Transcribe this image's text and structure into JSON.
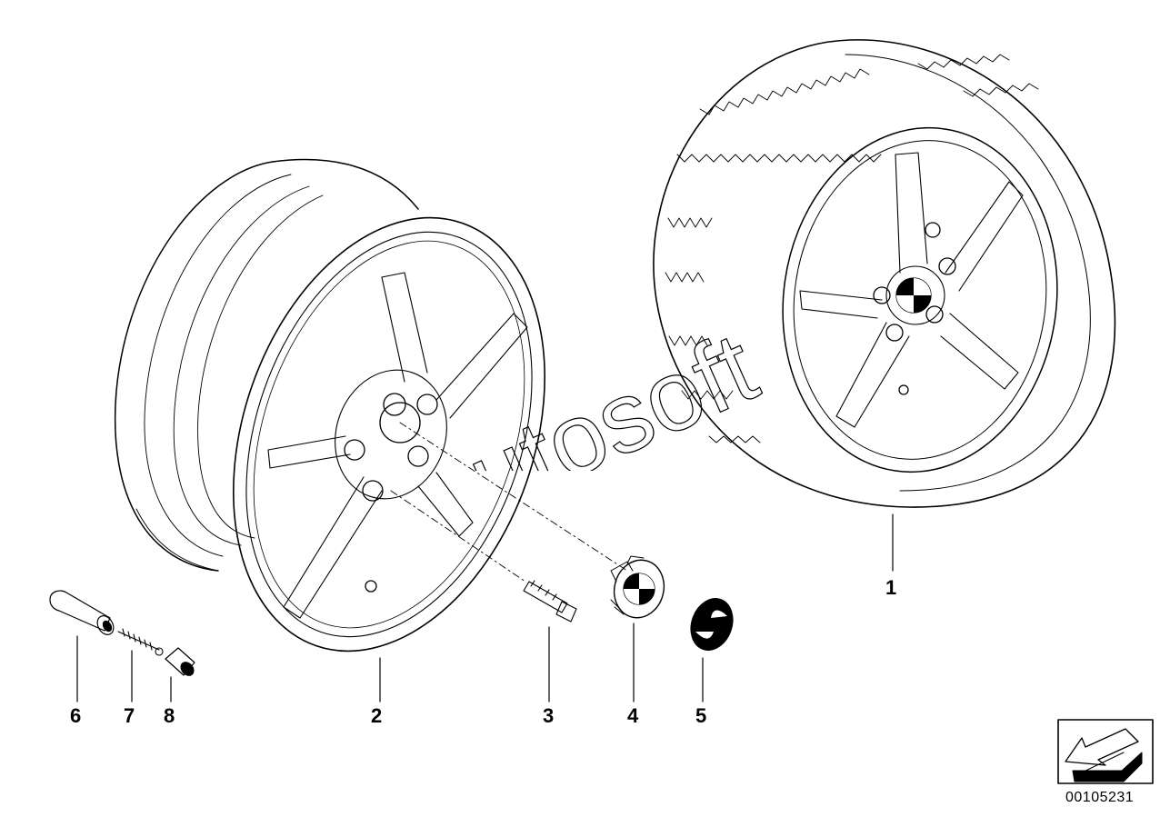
{
  "parts": [
    {
      "id": "tire-wheel",
      "label": "1"
    },
    {
      "id": "rim",
      "label": "2"
    },
    {
      "id": "wheel-bolt",
      "label": "3"
    },
    {
      "id": "hub-cap",
      "label": "4"
    },
    {
      "id": "emblem",
      "label": "5"
    },
    {
      "id": "valve-stem",
      "label": "6"
    },
    {
      "id": "valve-core",
      "label": "7"
    },
    {
      "id": "valve-cap",
      "label": "8"
    }
  ],
  "reference_code": "00105231",
  "watermark_text": "autosoft"
}
